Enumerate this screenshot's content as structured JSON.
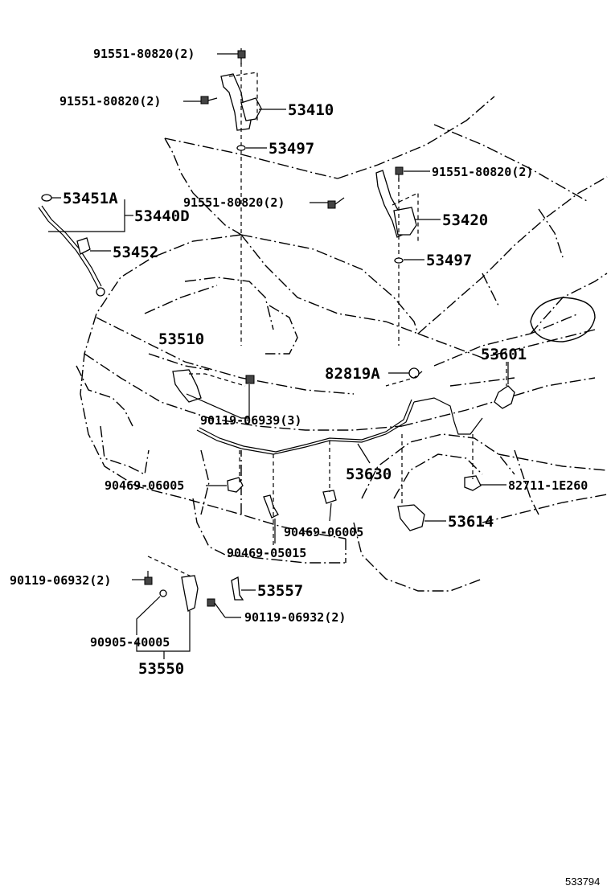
{
  "labels": {
    "l_91551_top": "91551-80820(2)",
    "l_91551_left": "91551-80820(2)",
    "l_53410": "53410",
    "l_53497_left": "53497",
    "l_53451A": "53451A",
    "l_53440D": "53440D",
    "l_53452": "53452",
    "l_91551_mid": "91551-80820(2)",
    "l_91551_right": "91551-80820(2)",
    "l_53420": "53420",
    "l_53497_right": "53497",
    "l_53510": "53510",
    "l_82819A": "82819A",
    "l_53601": "53601",
    "l_90119_06939": "90119-06939(3)",
    "l_53630": "53630",
    "l_90469_06005_left": "90469-06005",
    "l_90469_06005_right": "90469-06005",
    "l_82711": "82711-1E260",
    "l_53614": "53614",
    "l_90469_05015": "90469-05015",
    "l_90119_06932_left": "90119-06932(2)",
    "l_53557": "53557",
    "l_90119_06932_right": "90119-06932(2)",
    "l_90905": "90905-40005",
    "l_53550": "53550",
    "ref_number": "533794"
  }
}
